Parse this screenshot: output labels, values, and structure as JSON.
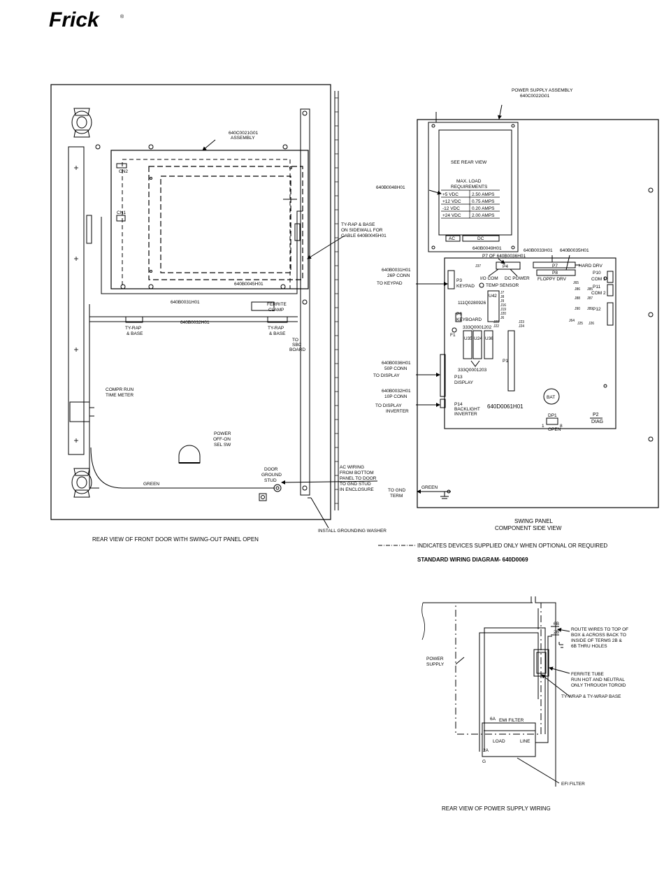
{
  "brand": {
    "logo_text": "Frick",
    "registered_mark": "®"
  },
  "front_door": {
    "assembly": [
      "640C0021G01",
      "ASSEMBLY"
    ],
    "tyrap_sidewall": [
      "TY-RAP & BASE",
      "ON SIDEWALL FOR",
      "CABLE 640B0045H01"
    ],
    "cable_45": "640B0045H01",
    "cable_31": "640B0031H01",
    "cable_32": "640B0032H01",
    "ferrite_clamp": [
      "FERRITE",
      "CLAMP"
    ],
    "tyrap_left": [
      "TY-RAP",
      "& BASE"
    ],
    "tyrap_right": [
      "TY-RAP",
      "& BASE"
    ],
    "to_sbc": [
      "TO",
      "SBC",
      "BOARD"
    ],
    "cn2": "CN2",
    "cn1": "CN1",
    "run_meter": [
      "COMPR RUN",
      "TIME METER"
    ],
    "power_switch": [
      "POWER",
      "OFF-ON",
      "SEL SW"
    ],
    "door_ground": [
      "DOOR",
      "GROUND",
      "STUD"
    ],
    "green": "GREEN",
    "ac_wiring": [
      "AC WIRING",
      "FROM BOTTOM",
      "PANEL TO DOOR",
      "TO GND STUD",
      "IN ENCLOSURE"
    ],
    "grounding_washer": "INSTALL GROUNDING WASHER",
    "caption": "REAR VIEW OF FRONT DOOR WITH SWING-OUT PANEL OPEN"
  },
  "swing_panel": {
    "psu_assembly": [
      "POWER SUPPLY ASSEMBLY",
      "640C0022G01"
    ],
    "see_rear": "SEE REAR VIEW",
    "max_load": [
      "MAX. LOAD",
      "REQUIREMENTS"
    ],
    "load_table": [
      [
        "+5 VDC",
        "2.50 AMPS"
      ],
      [
        "+12 VDC",
        "0.75 AMPS"
      ],
      [
        "-12 VDC",
        "0.20 AMPS"
      ],
      [
        "+24 VDC",
        "2.00 AMPS"
      ]
    ],
    "ac": "AC",
    "dc": "DC",
    "part_48": "640B0048H01",
    "part_49": "640B0049H01",
    "part_33": "640B0033H01",
    "part_35": "640B0035H01",
    "p7_of": "P7 OF 640B0036H01",
    "p4": "P4",
    "io_com": "I/O COM",
    "dc_power": "DC POWER",
    "p7": "P7",
    "p8": "P8",
    "hard_drv": "HARD DRV",
    "floppy_drv": "FLOPPY DRV",
    "keypad_conn": [
      "640B0031H01",
      "26P CONN"
    ],
    "to_keypad": "TO KEYPAD",
    "p3": [
      "P3",
      "KEYPAD"
    ],
    "temp_sensor": "TEMP SENSOR",
    "chip_926": "111Q0280926",
    "u42": "U42",
    "p6": [
      "P6",
      "KEYBOARD"
    ],
    "f1": "F1",
    "chip_1202": "333Q0001202",
    "u35": "U35",
    "u24": "U24",
    "u36": "U36",
    "chip_1203": "333Q0001203",
    "display_conn": [
      "640B0036H01",
      "50P CONN"
    ],
    "to_display": "TO DISPLAY",
    "p13": [
      "P13",
      "DISPLAY"
    ],
    "p1": "P1",
    "backlight_conn": [
      "640B0032H01",
      "10P CONN"
    ],
    "to_display_inverter": [
      "TO DISPLAY",
      "INVERTER"
    ],
    "p14": [
      "P14",
      "BACKLIGHT",
      "INVERTER"
    ],
    "board": "640D0061H01",
    "bat": "BAT",
    "dp1": "DP1",
    "open": "OPEN",
    "one": "1",
    "eight": "8",
    "p2": [
      "P2",
      "DIAG"
    ],
    "p10": [
      "P10",
      "COM 1"
    ],
    "p11": [
      "P11",
      "COM 2"
    ],
    "p12": "P12",
    "jumpers": {
      "j6": "J6",
      "j7": "J7",
      "j8": "J8",
      "j9": "J9",
      "j16": "J16",
      "j19": "J19",
      "j20": "J20",
      "j21": "J21",
      "j22": "J22",
      "j23": "J23",
      "j24": "J24",
      "j25": "J25",
      "j26": "J26",
      "j37": "J37",
      "j64": "J64",
      "j65": "J65",
      "j85": "J85",
      "j86": "J86",
      "j87": "J87",
      "j88": "J88",
      "j89": "J89",
      "j90": "J90"
    },
    "green": "GREEN",
    "to_gnd": [
      "TO GND",
      "TERM"
    ],
    "caption": [
      "SWING PANEL",
      "COMPONENT SIDE VIEW"
    ]
  },
  "legend": "INDICATES DEVICES SUPPLIED ONLY WHEN OPTIONAL OR REQUIRED",
  "standard_wiring": "STANDARD WIRING DIAGRAM- 640D0069",
  "psu_wiring": {
    "power_supply": [
      "POWER",
      "SUPPLY"
    ],
    "t6b": "6B",
    "t2b": "2B",
    "route": [
      "ROUTE WIRES TO TOP OF",
      "BOX & ACROSS BACK TO",
      "INSIDE OF TERMS 2B &",
      "6B THRU HOLES"
    ],
    "ferrite": [
      "FERRITE TUBE",
      "RUN HOT AND NEUTRAL",
      "ONLY THROUGH TOROID"
    ],
    "tywrap": "TY-WRAP & TY-WRAP BASE",
    "t6a": "6A",
    "emi": "EMI FILTER",
    "load": "LOAD",
    "line": "LINE",
    "t2a": "2A",
    "g": "G",
    "efi": "EFI FILTER",
    "caption": "REAR VIEW OF POWER SUPPLY WIRING"
  }
}
